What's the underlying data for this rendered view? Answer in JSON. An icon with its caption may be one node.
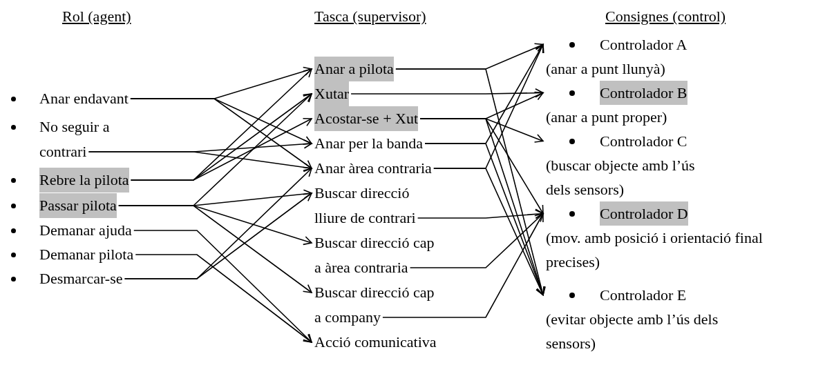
{
  "diagram": {
    "nodes": [
      {
        "text": [
          "Anar endavant"
        ]
      },
      {
        "text": [
          "No seguir a contrari"
        ]
      },
      {
        "text": [
          "Rebre la pilota"
        ]
      },
      {
        "text": [
          "Passar pilota"
        ]
      },
      {
        "text": [
          "Demanar ajuda"
        ]
      },
      {
        "text": [
          "Demanar pilota"
        ]
      },
      {
        "text": [
          "Desmarcar-se"
        ]
      },
      {
        "text": [
          "Anar a pilota"
        ]
      },
      {
        "text": [
          "Xutar"
        ]
      },
      {
        "text": [
          "Acostar-se + Xut"
        ]
      },
      {
        "text": [
          "Anar per la banda"
        ]
      },
      {
        "text": [
          "Anar àrea contraria"
        ]
      },
      {
        "text": [
          "Buscar direcció lliure de contrari"
        ]
      },
      {
        "text": [
          "Buscar direcció cap a àrea contraria"
        ]
      },
      {
        "text": [
          "Buscar direcció cap a company"
        ]
      },
      {
        "text": [
          "Acció comunicativa"
        ]
      },
      {
        "text": [
          "Controlador A",
          "(anar a punt llunyà)"
        ]
      },
      {
        "text": [
          "Controlador B",
          "(anar a punt proper)"
        ]
      },
      {
        "text": [
          "Controlador C",
          "(buscar objecte amb l’ús dels sensors)"
        ]
      },
      {
        "text": [
          "Controlador D",
          "(mov. amb posició i orientació final precises)"
        ]
      },
      {
        "text": [
          "Controlador E",
          "(evitar objecte amb l’ús dels sensors)"
        ]
      }
    ],
    "edges": [
      {
        "from": 0,
        "to": 7,
        "arrow": "to"
      },
      {
        "from": 0,
        "to": 10,
        "arrow": "to"
      },
      {
        "from": 0,
        "to": 11,
        "arrow": "to"
      },
      {
        "from": 1,
        "to": 10,
        "arrow": "to"
      },
      {
        "from": 1,
        "to": 11,
        "arrow": "to"
      },
      {
        "from": 2,
        "to": 7,
        "arrow": "to"
      },
      {
        "from": 2,
        "to": 8,
        "arrow": "to"
      },
      {
        "from": 2,
        "to": 9,
        "arrow": "to"
      },
      {
        "from": 3,
        "to": 8,
        "arrow": "to"
      },
      {
        "from": 3,
        "to": 12,
        "arrow": "to"
      },
      {
        "from": 3,
        "to": 13,
        "arrow": "to"
      },
      {
        "from": 3,
        "to": 14,
        "arrow": "to"
      },
      {
        "from": 4,
        "to": 15,
        "arrow": "to"
      },
      {
        "from": 5,
        "to": 15,
        "arrow": "to"
      },
      {
        "from": 6,
        "to": 11,
        "arrow": "to"
      },
      {
        "from": 6,
        "to": 12,
        "arrow": "to"
      },
      {
        "from": 7,
        "to": 16,
        "arrow": "to"
      },
      {
        "from": 7,
        "to": 20,
        "arrow": "to"
      },
      {
        "from": 8,
        "to": 17,
        "arrow": "to"
      },
      {
        "from": 9,
        "to": 17,
        "arrow": "to"
      },
      {
        "from": 9,
        "to": 18,
        "arrow": "to"
      },
      {
        "from": 9,
        "to": 19,
        "arrow": "to"
      },
      {
        "from": 9,
        "to": 20,
        "arrow": "to"
      },
      {
        "from": 10,
        "to": 16,
        "arrow": "to"
      },
      {
        "from": 10,
        "to": 20,
        "arrow": "to"
      },
      {
        "from": 11,
        "to": 16,
        "arrow": "to"
      },
      {
        "from": 11,
        "to": 20,
        "arrow": "to"
      },
      {
        "from": 12,
        "to": 19,
        "arrow": "to"
      },
      {
        "from": 13,
        "to": 19,
        "arrow": "to"
      },
      {
        "from": 14,
        "to": 19,
        "arrow": "to"
      }
    ],
    "labels": [
      "Rol (agent)",
      "Tasca (supervisor)",
      "Consignes (control)"
    ]
  }
}
